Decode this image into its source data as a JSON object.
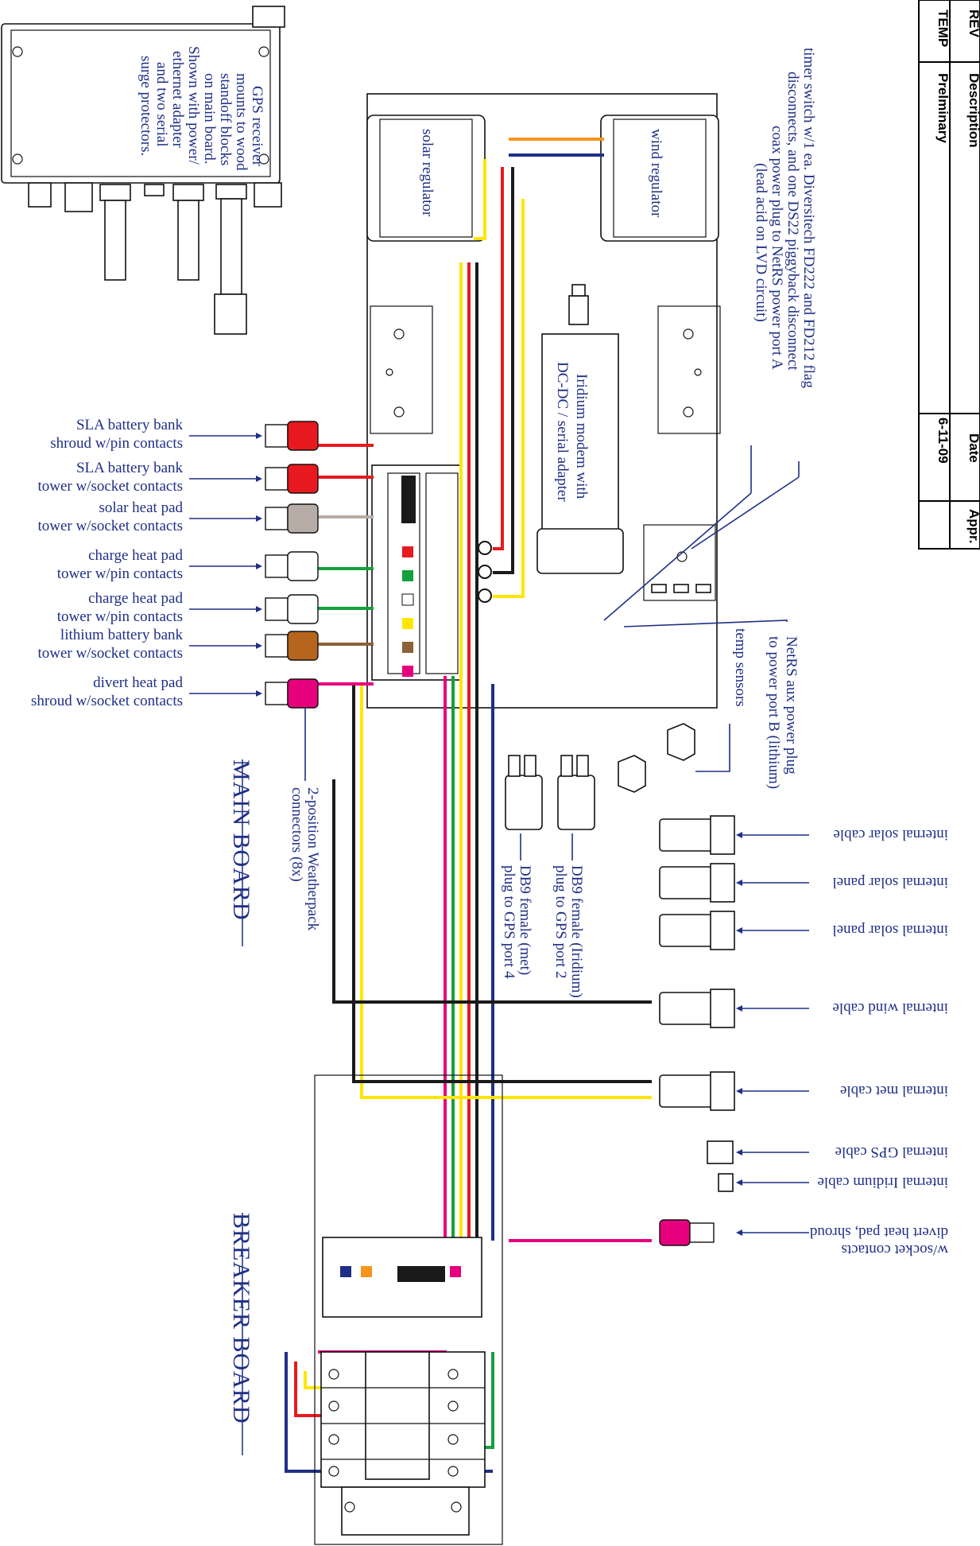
{
  "title_block": {
    "rev_header": "REV",
    "description_header": "Description",
    "date_header": "Date",
    "appr_header": "Appr.",
    "rev": "TEMP",
    "description": "Prelminary",
    "date": "6-11-09",
    "appr": ""
  },
  "boards": {
    "main": "MAIN BOARD",
    "breaker": "BREAKER BOARD"
  },
  "components": {
    "gps_note": [
      "GPS receiver",
      "mounts to wood",
      "standoff blocks",
      "on main board.",
      "Shown with power/",
      "ethernet adapter",
      "and two serial",
      "surge protectors."
    ],
    "solar_regulator": "solar regulator",
    "wind_regulator": "wind regulator",
    "modem": [
      "Iridium modem with",
      "DC-DC / serial adapter"
    ],
    "timer_note": [
      "timer switch w/1 ea. Diversitech FD222 and FD212 flag",
      "disconnects, and one DS22 piggyback disconnect",
      "coax power plug to NetRS power port A",
      "(lead acid on LVD circuit)"
    ],
    "netrs_aux": [
      "NetRS aux power plug",
      "to power port B (lithium)"
    ],
    "temp_sensors": "temp sensors",
    "db9_iridium": [
      "DB9 female (Iridium)",
      "plug to GPS port 2"
    ],
    "db9_met": [
      "DB9 female (met)",
      "plug to GPS port 4"
    ],
    "weatherpack": [
      "2-position Weatherpack",
      "connectors (8x)"
    ]
  },
  "left_connectors": [
    {
      "line1": "SLA battery bank",
      "line2": "shroud w/pin contacts",
      "color": "#e8191f"
    },
    {
      "line1": "SLA battery bank",
      "line2": "tower w/socket contacts",
      "color": "#e8191f"
    },
    {
      "line1": "solar heat pad",
      "line2": "tower w/socket contacts",
      "color": "#b7aca6"
    },
    {
      "line1": "charge heat pad",
      "line2": "tower w/pin contacts",
      "color": "#ffffff"
    },
    {
      "line1": "charge heat pad",
      "line2": "tower w/pin contacts",
      "color": "#ffffff"
    },
    {
      "line1": "lithium battery bank",
      "line2": "tower w/socket contacts",
      "color": "#b5651d"
    },
    {
      "line1": "divert heat pad",
      "line2": "shroud w/socket contacts",
      "color": "#e6007e"
    }
  ],
  "right_cables": [
    {
      "label": "internal solar cable"
    },
    {
      "label": "internal solar panel"
    },
    {
      "label": "internal solar panel"
    },
    {
      "label": "internal wind cable"
    },
    {
      "label": "internal met cable"
    },
    {
      "label": "internal GPS cable"
    },
    {
      "label": "internal Iridium cable"
    },
    {
      "label": "divert heat pad, shroud",
      "label2": "w/socket contacts"
    }
  ],
  "wire_colors": {
    "red": "#e8191f",
    "black": "#1a1a1a",
    "yellow": "#ffe600",
    "blue": "#1f2f86",
    "green": "#14a03c",
    "orange": "#f7941d",
    "magenta": "#e6007e",
    "brown": "#8c6239",
    "gray": "#9d9d9d"
  }
}
